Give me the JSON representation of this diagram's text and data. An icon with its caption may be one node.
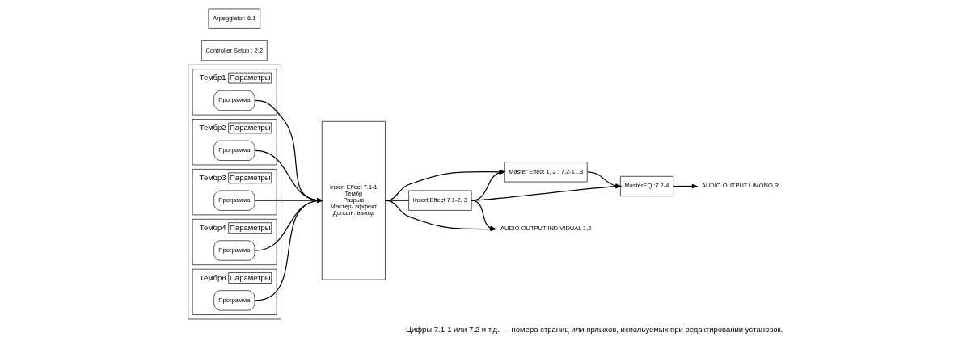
{
  "diagram": {
    "caption": "Цифры 7.1-1 или 7.2 и т.д. — номера страниц или ярлыков, испольуемых при редактировании установок.",
    "nodes": [
      {
        "text": [],
        "shape": "box"
      },
      {
        "text": [
          "Тембр1",
          "Параметры"
        ],
        "in": 0
      },
      {
        "text": [
          "Программа"
        ],
        "in": 1
      },
      {
        "text": [
          "Тембр2",
          "Параметры"
        ],
        "in": 0
      },
      {
        "text": [
          "Программа"
        ],
        "in": 3
      },
      {
        "text": [
          "Тембр3",
          "Параметры"
        ],
        "in": 0
      },
      {
        "text": [
          "Программа"
        ],
        "in": 5
      },
      {
        "text": [
          "Тембр4",
          "Параметры"
        ],
        "in": 0
      },
      {
        "text": [
          "Программа"
        ],
        "in": 7
      },
      {
        "text": [
          "Тембр8",
          "Параметры"
        ],
        "in": 0
      },
      {
        "text": [
          "Программа"
        ],
        "in": 9
      },
      {
        "text": [
          "Insert Effect 7.1-1",
          "Тембр",
          "Разрыв",
          "Мастер- эффект",
          "Дополн. выход"
        ]
      },
      {
        "text": [
          "Master Effect 1, 2 : 7.2-1...3"
        ]
      },
      {
        "text": [
          "Controller Setup : 2.2"
        ]
      },
      {
        "text": [
          "Arpeggiator: 6.1"
        ]
      },
      {
        "text": [
          "Insert Effect 7.1-2, 3"
        ]
      },
      {
        "text": [
          "MasterEQ :7.2-4"
        ]
      },
      {
        "text": [
          "AUDIO OUTPUT L/MONO,R"
        ]
      },
      {
        "text": [
          "AUDIO OUTPUT INDIVIDUAL 1,2"
        ]
      }
    ],
    "edges": [
      {
        "from": 2,
        "to": 11,
        "arrow": "to"
      },
      {
        "from": 4,
        "to": 11,
        "arrow": "to"
      },
      {
        "from": 6,
        "to": 11,
        "arrow": "to"
      },
      {
        "from": 8,
        "to": 11,
        "arrow": "to"
      },
      {
        "from": 10,
        "to": 11,
        "arrow": "to"
      },
      {
        "from": 11,
        "to": 12,
        "arrow": "to"
      },
      {
        "from": 11,
        "to": 15,
        "arrow": "none"
      },
      {
        "from": 15,
        "to": 12,
        "arrow": "to"
      },
      {
        "from": 15,
        "to": 16,
        "arrow": "to"
      },
      {
        "from": 15,
        "to": 18,
        "arrow": "to"
      },
      {
        "from": 12,
        "to": 16,
        "arrow": "to"
      },
      {
        "from": 16,
        "to": 17,
        "arrow": "to"
      },
      {
        "from": 11,
        "to": 18,
        "arrow": "to"
      }
    ]
  }
}
